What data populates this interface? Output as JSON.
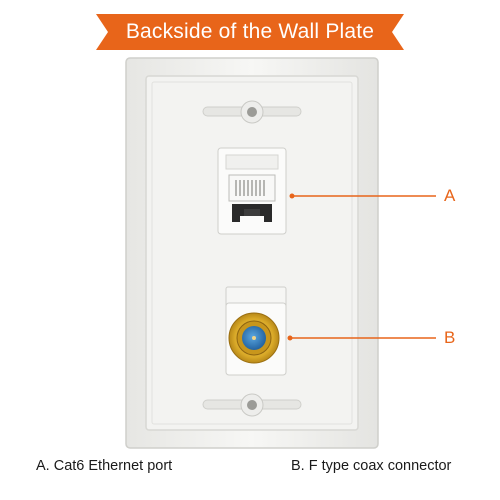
{
  "banner": {
    "title": "Backside of the Wall Plate"
  },
  "callouts": [
    {
      "letter": "A"
    },
    {
      "letter": "B"
    }
  ],
  "captions": {
    "a": "A. Cat6 Ethernet port",
    "b": "B. F type coax connector"
  },
  "colors": {
    "accent": "#e8651a",
    "plate": "#f4f4f2",
    "connector_gold": "#d9a928",
    "dielectric_blue": "#2d7fc2"
  }
}
